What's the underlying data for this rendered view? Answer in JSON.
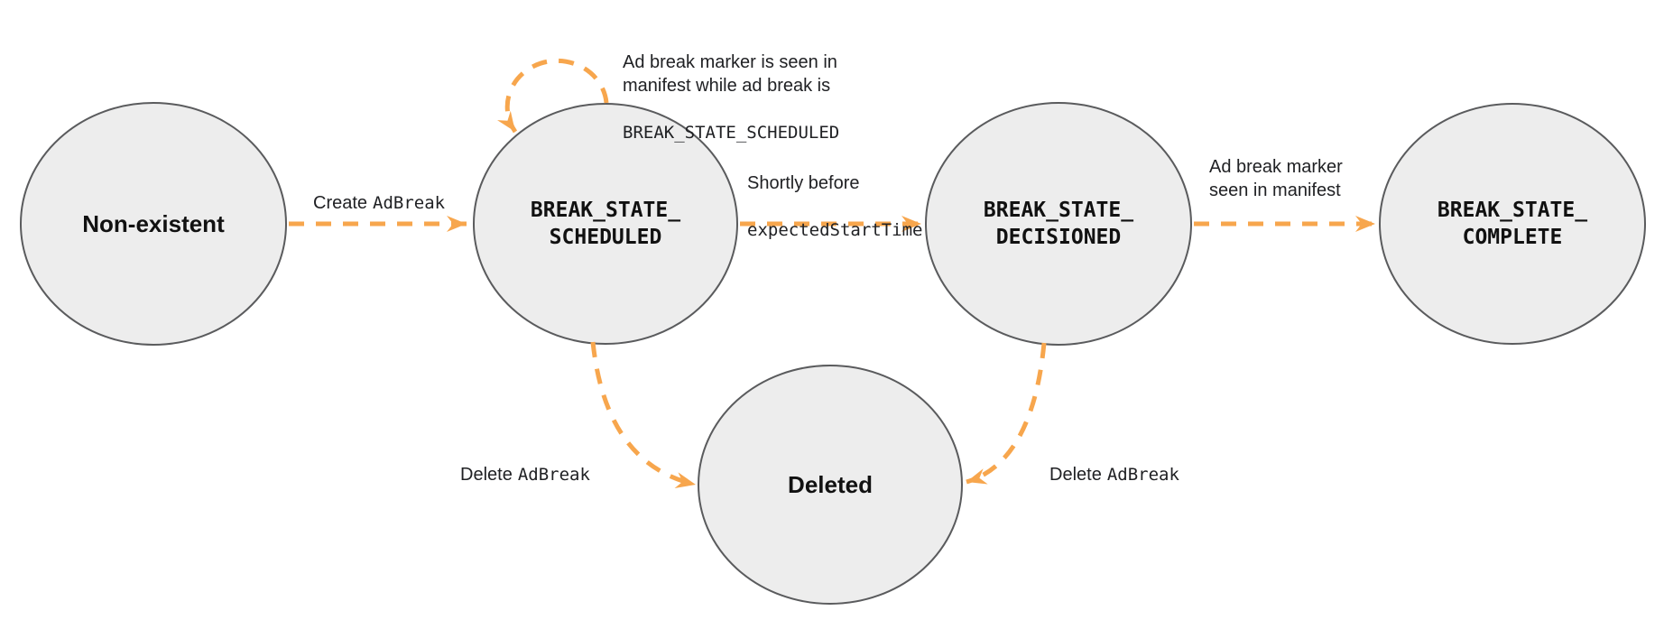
{
  "colors": {
    "arrow": "#F7A64D",
    "node_fill": "#EDEDED",
    "node_border": "#5A5B5D",
    "text": "#202124"
  },
  "nodes": {
    "non_existent": {
      "label": "Non-existent"
    },
    "scheduled": {
      "label": "BREAK_STATE_\nSCHEDULED"
    },
    "decisioned": {
      "label": "BREAK_STATE_\nDECISIONED"
    },
    "complete": {
      "label": "BREAK_STATE_\nCOMPLETE"
    },
    "deleted": {
      "label": "Deleted"
    }
  },
  "edges": {
    "create": {
      "text": "Create",
      "code": "AdBreak"
    },
    "self_loop": {
      "text": "Ad break marker is seen in\nmanifest while ad break is",
      "code": "BREAK_STATE_SCHEDULED"
    },
    "decision": {
      "text": "Shortly before",
      "code": "expectedStartTime"
    },
    "complete": {
      "text": "Ad break marker\nseen in manifest"
    },
    "delete_left": {
      "text": "Delete",
      "code": "AdBreak"
    },
    "delete_right": {
      "text": "Delete",
      "code": "AdBreak"
    }
  }
}
